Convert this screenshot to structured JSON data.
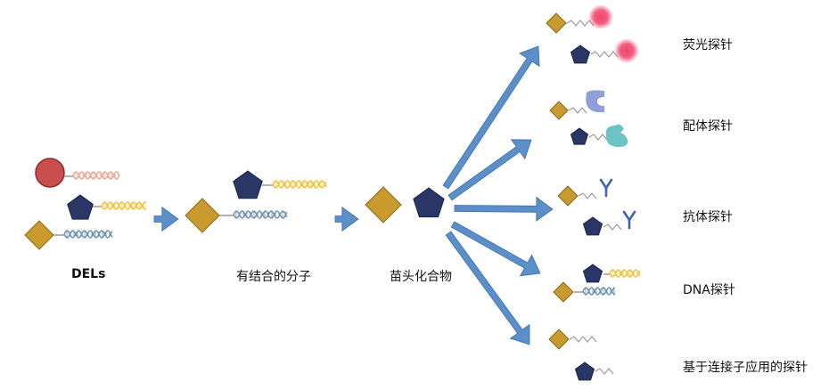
{
  "stages": {
    "library": "DELs",
    "binders": "有结合的分子",
    "hits": "苗头化合物"
  },
  "probes": [
    "荧光探针",
    "配体探针",
    "抗体探针",
    "DNA探针",
    "基于连接子应用的探针"
  ],
  "colors": {
    "diamond": "#C99A2E",
    "pentagon": "#283765",
    "circle": "#C94F4F",
    "arrow": "#5B8FC9",
    "dna_orange": "#E8A590",
    "dna_yellow": "#F2C230",
    "dna_blue": "#6A8FB0",
    "fluor": "#F0426A",
    "ligand_purple": "#8FA0D8",
    "ligand_teal": "#6EC3C7",
    "antibody": "#3F63B0",
    "linker": "#9A9A9A"
  }
}
